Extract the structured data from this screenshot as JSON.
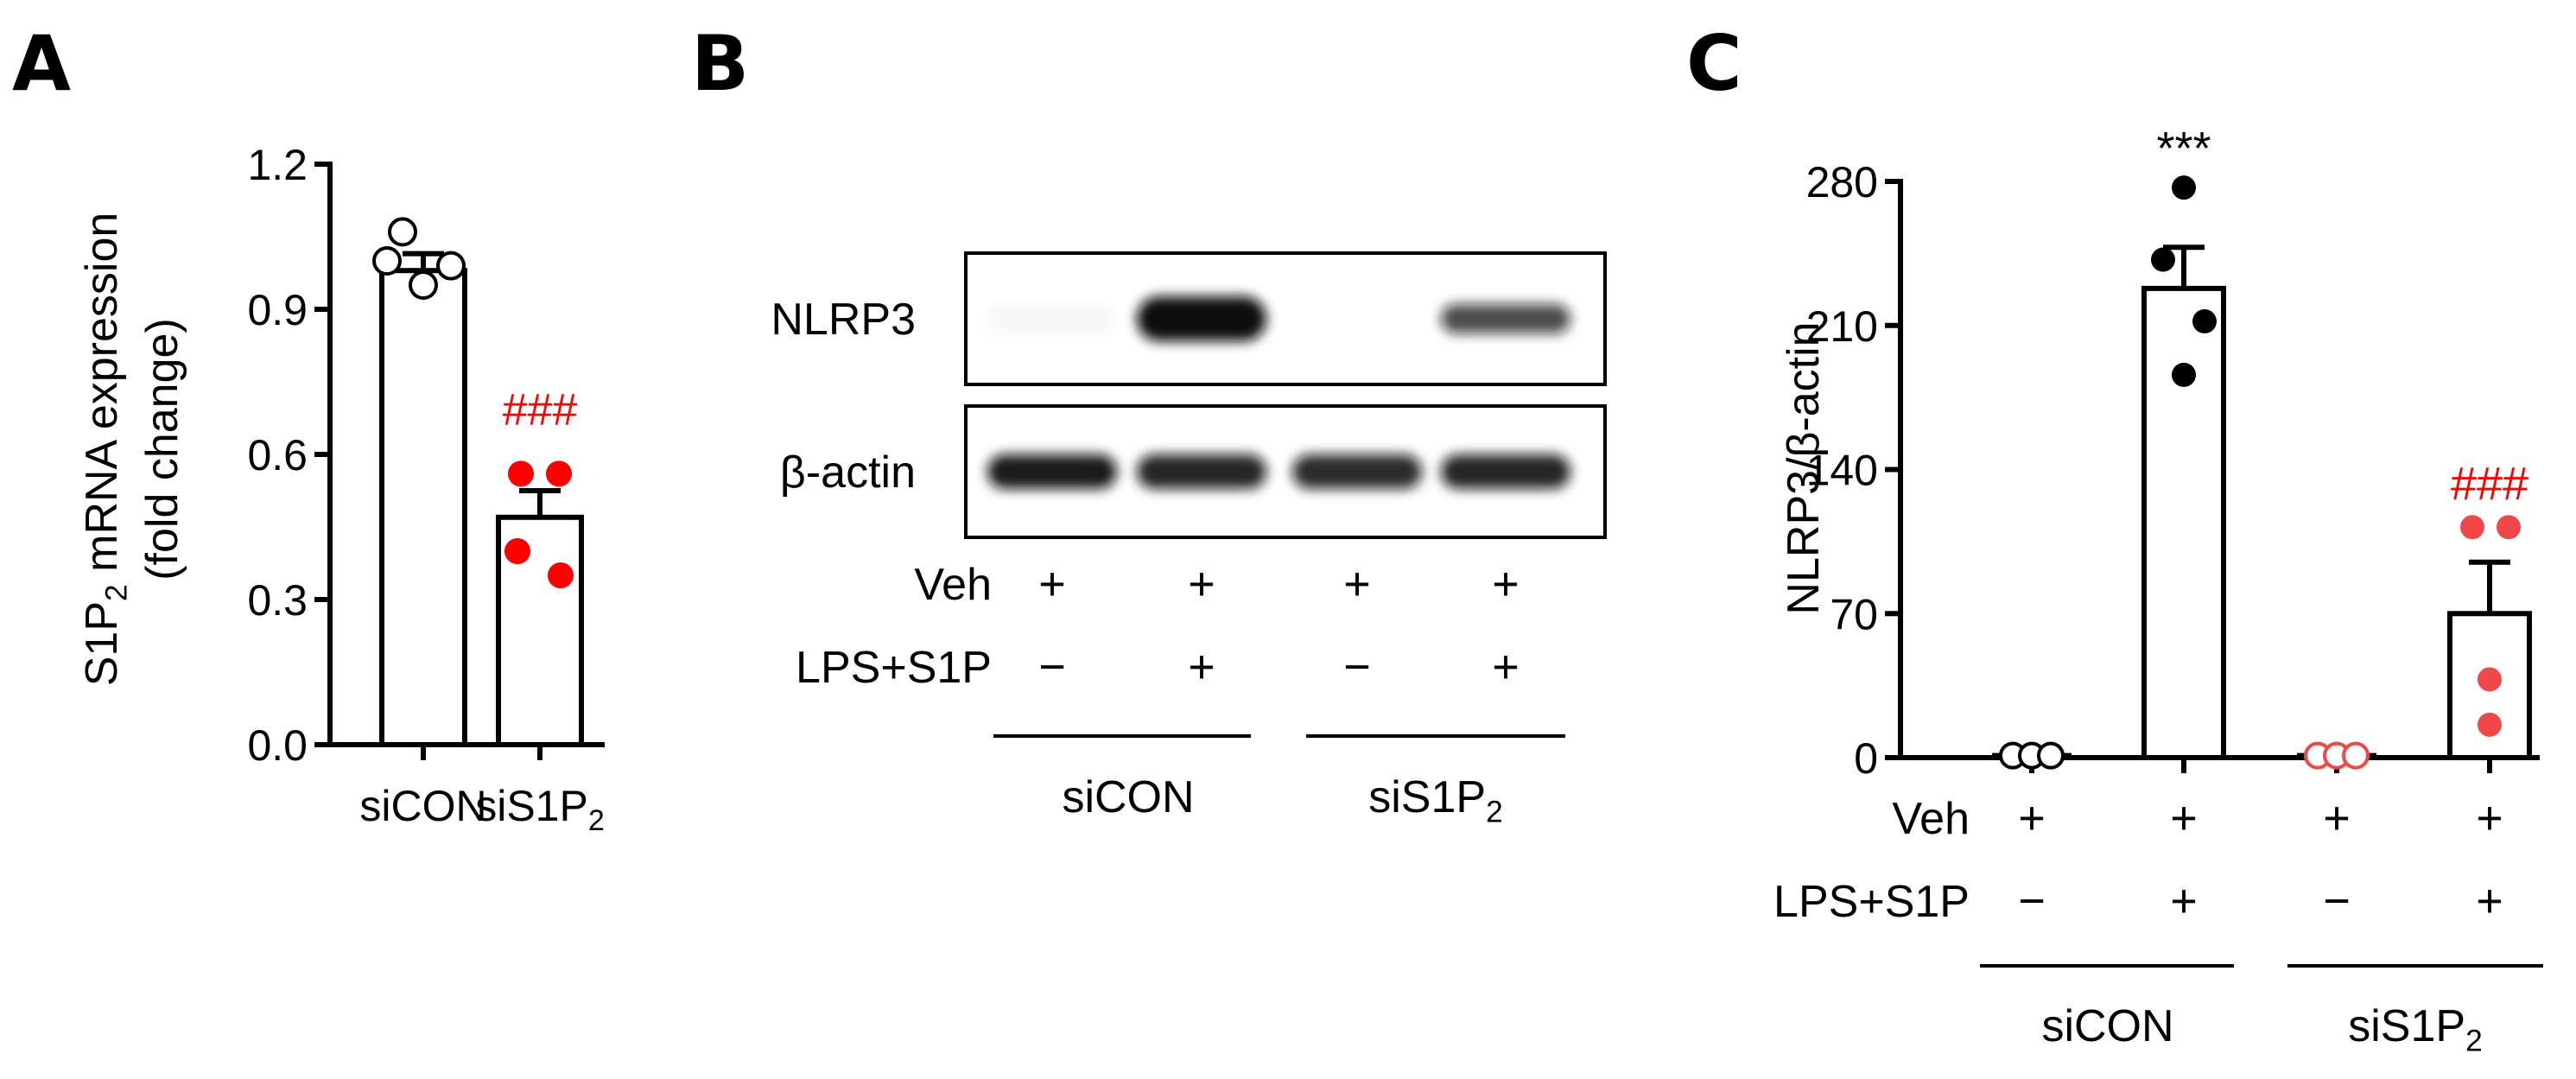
{
  "panels": {
    "a": {
      "letter": "A"
    },
    "b": {
      "letter": "B"
    },
    "c": {
      "letter": "C"
    }
  },
  "colors": {
    "black": "#000000",
    "red": "#ff0000",
    "red_c": "#f04848",
    "blot_band": "#111111"
  },
  "chart_data": [
    {
      "panel": "A",
      "type": "bar",
      "ylabel_main": "S1P",
      "ylabel_sub": "2",
      "ylabel_rest": " mRNA expression",
      "ylabel_line2": "(fold change)",
      "ylim": [
        0,
        1.2
      ],
      "yticks": [
        "0.0",
        "0.3",
        "0.6",
        "0.9",
        "1.2"
      ],
      "ytick_values": [
        0,
        0.3,
        0.6,
        0.9,
        1.2
      ],
      "categories": [
        {
          "label": "siCON",
          "sub": ""
        },
        {
          "label": "siS1P",
          "sub": "2"
        }
      ],
      "series": [
        {
          "values": [
            0.98,
            0.47
          ],
          "errors": [
            0.035,
            0.055
          ]
        }
      ],
      "points": [
        [
          1.06,
          1.0,
          0.95,
          0.99
        ],
        [
          0.56,
          0.56,
          0.4,
          0.35
        ]
      ],
      "point_style": [
        "open",
        "filled-red"
      ],
      "annotations": [
        {
          "category": 1,
          "text": "###",
          "color": "#ff0000"
        }
      ]
    },
    {
      "panel": "C",
      "type": "bar",
      "ylabel": "NLRP3/β-actin",
      "ylim": [
        0,
        280
      ],
      "yticks": [
        "0",
        "70",
        "140",
        "210",
        "280"
      ],
      "ytick_values": [
        0,
        70,
        140,
        210,
        280
      ],
      "treatment_rows": [
        {
          "label": "Veh",
          "values": [
            "+",
            "+",
            "+",
            "+"
          ]
        },
        {
          "label": "LPS+S1P",
          "values": [
            "−",
            "+",
            "−",
            "+"
          ]
        }
      ],
      "groups": [
        {
          "label": "siCON",
          "sub": ""
        },
        {
          "label": "siS1P",
          "sub": "2"
        }
      ],
      "series": [
        {
          "values": [
            1,
            228,
            1,
            70
          ],
          "errors": [
            0,
            20,
            0,
            25
          ]
        }
      ],
      "points": [
        [
          1,
          1,
          1
        ],
        [
          277,
          242,
          212,
          186
        ],
        [
          1,
          1,
          1
        ],
        [
          112,
          112,
          38,
          16
        ]
      ],
      "point_style": [
        "open",
        "filled",
        "open-red",
        "filled-red"
      ],
      "annotations": [
        {
          "category": 1,
          "text": "***",
          "color": "#000000"
        },
        {
          "category": 3,
          "text": "###",
          "color": "#ff0000"
        }
      ]
    }
  ],
  "blot": {
    "rows": [
      {
        "label": "NLRP3",
        "bands": [
          0.03,
          1.0,
          0.0,
          0.75
        ]
      },
      {
        "label": "β-actin",
        "bands": [
          0.95,
          0.9,
          0.88,
          0.9
        ]
      }
    ],
    "treatment_rows": [
      {
        "label": "Veh",
        "values": [
          "+",
          "+",
          "+",
          "+"
        ]
      },
      {
        "label": "LPS+S1P",
        "values": [
          "−",
          "+",
          "−",
          "+"
        ]
      }
    ],
    "groups": [
      {
        "label": "siCON",
        "sub": ""
      },
      {
        "label": "siS1P",
        "sub": "2"
      }
    ]
  }
}
